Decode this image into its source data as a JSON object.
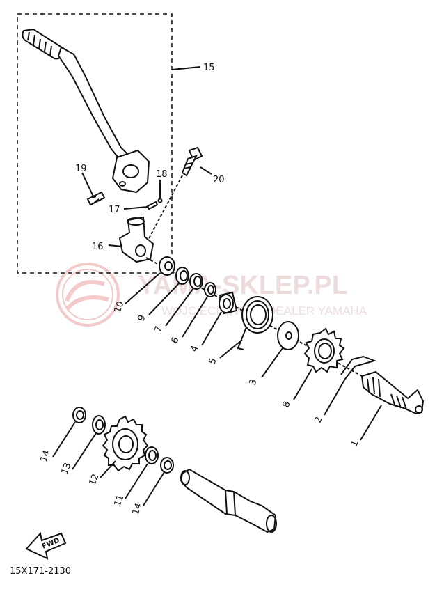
{
  "watermark": {
    "brand": "YAMA-SKLEP.PL",
    "tagline": "WOJCIECHOWSKI DEALER YAMAHA",
    "color": "#e8a0a0"
  },
  "labels": {
    "p1": "1",
    "p2": "2",
    "p3": "3",
    "p4": "4",
    "p5": "5",
    "p6": "6",
    "p7": "7",
    "p8": "8",
    "p9": "9",
    "p10": "10",
    "p11": "11",
    "p12": "12",
    "p13": "13",
    "p14a": "14",
    "p14b": "14",
    "p15": "15",
    "p16": "16",
    "p17": "17",
    "p18": "18",
    "p19": "19",
    "p20": "20"
  },
  "fwd_label": "FWD",
  "diagram_code": "15X171-2130"
}
